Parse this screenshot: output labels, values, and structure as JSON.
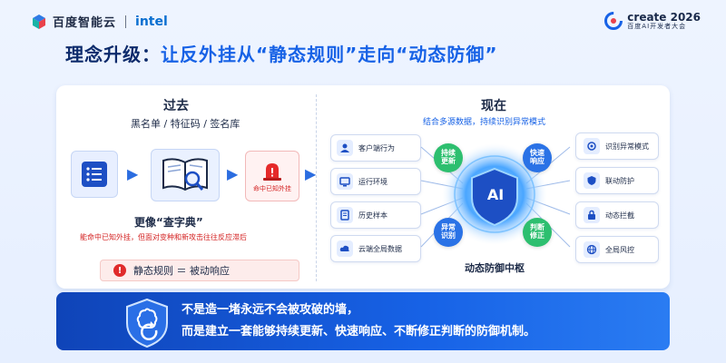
{
  "header": {
    "brand_name": "百度智能云",
    "partner": "intel",
    "event_title": "create 2026",
    "event_subtitle": "百度AI开发者大会"
  },
  "title": {
    "lead": "理念升级：",
    "rest": "让反外挂从“静态规则”走向“动态防御”"
  },
  "past": {
    "title": "过去",
    "subtitle": "黑名单 / 特征码 / 签名库",
    "alarm_label": "命中已知外挂",
    "like": "更像“查字典”",
    "desc": "能命中已知外挂，但面对变种和新攻击往往反应滞后",
    "static_rule": "静态规则 ＝ 被动响应"
  },
  "now": {
    "title": "现在",
    "subtitle": "结合多源数据，持续识别异常模式",
    "sources": [
      {
        "label": "客户端行为",
        "icon": "user-icon"
      },
      {
        "label": "运行环境",
        "icon": "monitor-icon"
      },
      {
        "label": "历史样本",
        "icon": "document-icon"
      },
      {
        "label": "云端全局数据",
        "icon": "cloud-icon"
      }
    ],
    "hub": {
      "center": "AI",
      "label": "动态防御中枢",
      "bubbles": [
        "持续更新",
        "快速响应",
        "异常识别",
        "判断修正"
      ]
    },
    "outputs": [
      {
        "label": "识别异常模式",
        "icon": "scan-icon"
      },
      {
        "label": "联动防护",
        "icon": "shield-icon"
      },
      {
        "label": "动态拦截",
        "icon": "lock-icon"
      },
      {
        "label": "全局风控",
        "icon": "globe-icon"
      }
    ]
  },
  "banner": {
    "line1": "不是造一堵永远不会被攻破的墙，",
    "line2": "而是建立一套能够持续更新、快速响应、不断修正判断的防御机制。"
  }
}
